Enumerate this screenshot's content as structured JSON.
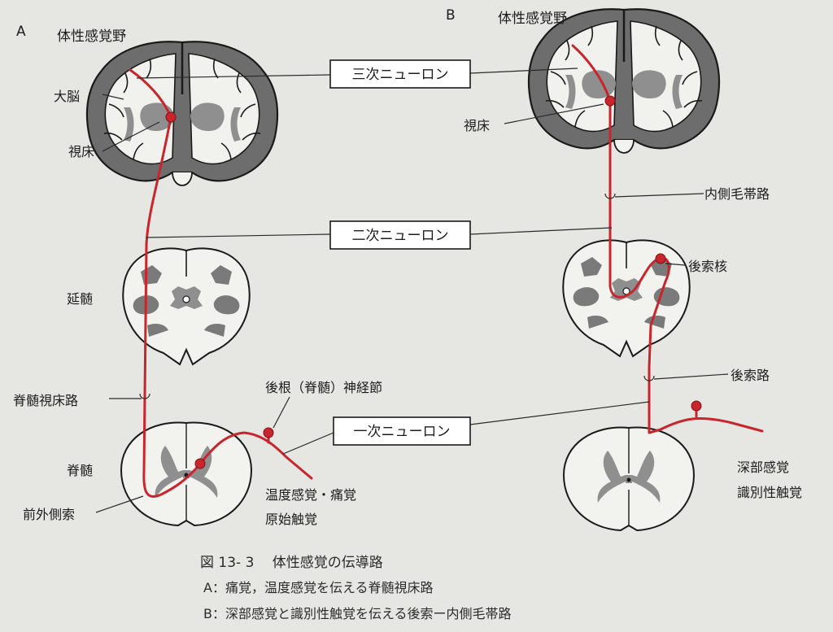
{
  "panel_a": {
    "letter": "A",
    "cortex_title": "体性感覚野",
    "cerebrum": "大脳",
    "thalamus": "視床",
    "medulla": "延髄",
    "spinothalamic_tract": "脊髄視床路",
    "spinal_cord": "脊髄",
    "anterolateral_funiculus": "前外側索",
    "dorsal_root_ganglion": "後根（脊髄）神経節",
    "sensation_line1": "温度感覚・痛覚",
    "sensation_line2": "原始触覚"
  },
  "panel_b": {
    "letter": "B",
    "cortex_title": "体性感覚野",
    "thalamus": "視床",
    "medial_lemniscus": "内側毛帯路",
    "dorsal_column_nuclei": "後索核",
    "dorsal_column_tract": "後索路",
    "sensation_line1": "深部感覚",
    "sensation_line2": "識別性触覚"
  },
  "neurons": {
    "third_order": "三次ニューロン",
    "second_order": "二次ニューロン",
    "first_order": "一次ニューロン"
  },
  "caption": {
    "title": "図 13- 3　 体性感覚の伝導路",
    "line_a": "A：痛覚，温度感覚を伝える脊髄視床路",
    "line_b": "B：深部感覚と識別性触覚を伝える後索ー内側毛帯路"
  },
  "colors": {
    "pathway_red": "#c8252c",
    "grey_matter": "#8f8f8f",
    "paper": "#e6e7e2"
  }
}
